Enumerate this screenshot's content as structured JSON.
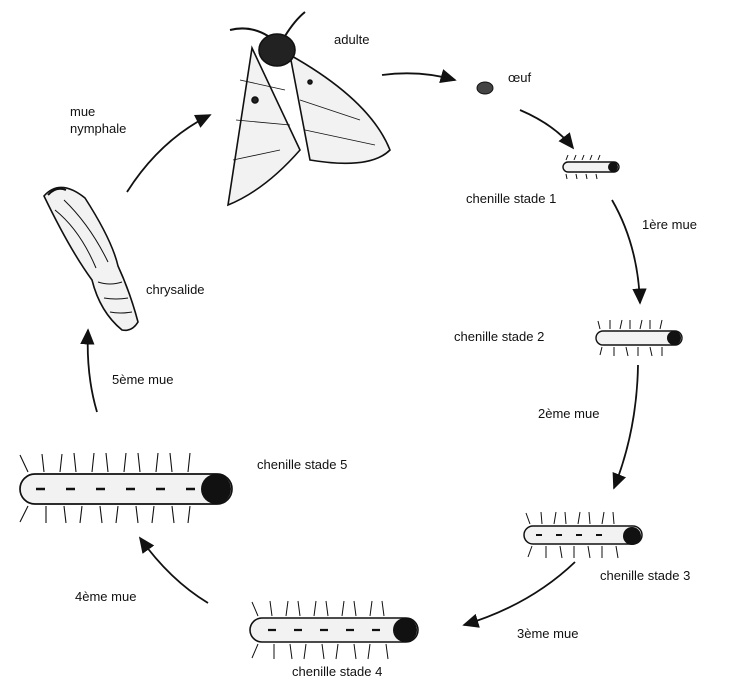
{
  "labels": {
    "adulte": "adulte",
    "oeuf": "œuf",
    "stade1": "chenille stade 1",
    "mue1": "1ère mue",
    "stade2": "chenille stade 2",
    "mue2": "2ème mue",
    "stade3": "chenille stade 3",
    "mue3": "3ème mue",
    "stade4": "chenille stade 4",
    "mue4": "4ème mue",
    "stade5": "chenille stade 5",
    "mue5": "5ème mue",
    "chrysalide": "chrysalide",
    "mue_nymphale_1": "mue",
    "mue_nymphale_2": "nymphale"
  },
  "colors": {
    "ink": "#111111",
    "body_fill": "#f2f2f2"
  }
}
